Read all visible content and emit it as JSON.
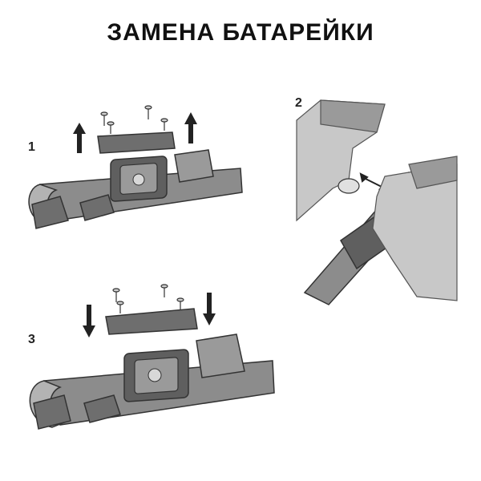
{
  "page": {
    "title": "ЗАМЕНА БАТАРЕЙКИ"
  },
  "steps": [
    {
      "number": "1"
    },
    {
      "number": "2"
    },
    {
      "number": "3"
    }
  ],
  "colors": {
    "strap": "#8c8c8c",
    "strap_dark": "#6e6e6e",
    "strap_light": "#b3b3b3",
    "module": "#5f5f5f",
    "hand": "#c8c8c8",
    "outline": "#333333",
    "arrow": "#222222"
  }
}
